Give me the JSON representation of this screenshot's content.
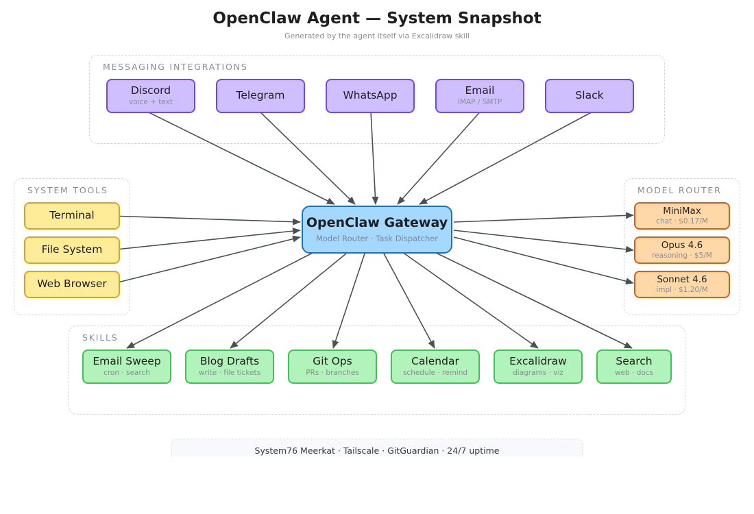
{
  "title": "OpenClaw Agent — System Snapshot",
  "subtitle": "Generated by the agent itself via Excalidraw skill",
  "groups": {
    "messaging": "MESSAGING INTEGRATIONS",
    "system_tools": "SYSTEM TOOLS",
    "model_router": "MODEL ROUTER",
    "skills": "SKILLS"
  },
  "gateway": {
    "title": "OpenClaw Gateway",
    "subtitle": "Model Router · Task Dispatcher"
  },
  "messaging": [
    {
      "title": "Discord",
      "subtitle": "voice + text"
    },
    {
      "title": "Telegram",
      "subtitle": ""
    },
    {
      "title": "WhatsApp",
      "subtitle": ""
    },
    {
      "title": "Email",
      "subtitle": "IMAP / SMTP"
    },
    {
      "title": "Slack",
      "subtitle": ""
    }
  ],
  "tools": [
    {
      "title": "Terminal"
    },
    {
      "title": "File System"
    },
    {
      "title": "Web Browser"
    }
  ],
  "models": [
    {
      "title": "MiniMax",
      "subtitle": "chat · $0.17/M"
    },
    {
      "title": "Opus 4.6",
      "subtitle": "reasoning · $5/M"
    },
    {
      "title": "Sonnet 4.6",
      "subtitle": "impl · $1.20/M"
    }
  ],
  "skills": [
    {
      "title": "Email Sweep",
      "subtitle": "cron · search"
    },
    {
      "title": "Blog Drafts",
      "subtitle": "write · file tickets"
    },
    {
      "title": "Git Ops",
      "subtitle": "PRs · branches"
    },
    {
      "title": "Calendar",
      "subtitle": "schedule · remind"
    },
    {
      "title": "Excalidraw",
      "subtitle": "diagrams · viz"
    },
    {
      "title": "Search",
      "subtitle": "web · docs"
    }
  ],
  "footer": "System76 Meerkat · Tailscale · GitGuardian · 24/7 uptime",
  "colors": {
    "messaging_fill": "#d0bfff",
    "messaging_stroke": "#7048e8",
    "tools_fill": "#ffec99",
    "tools_stroke": "#e8a113",
    "models_fill": "#ffd8a8",
    "models_stroke": "#e8590c",
    "skills_fill": "#b2f2bb",
    "skills_stroke": "#40c057",
    "gateway_fill": "#a5d8ff",
    "gateway_stroke": "#1971c2",
    "arrow": "#495057"
  }
}
